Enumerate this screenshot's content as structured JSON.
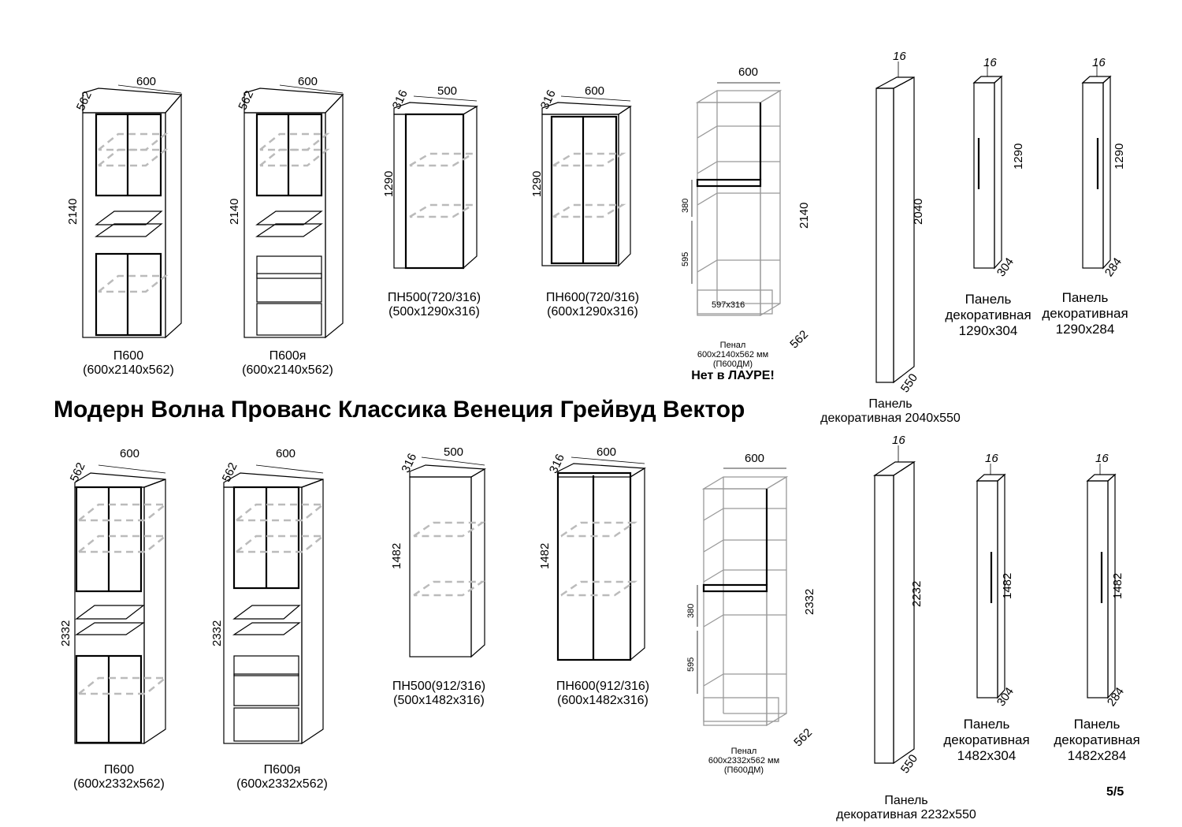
{
  "heading": "Модерн Волна Прованс Классика Венеция Грейвуд Вектор",
  "page_number": "5/5",
  "top_row": {
    "p600": {
      "name": "П600",
      "size": "(600х2140х562)",
      "width": "600",
      "depth": "562",
      "height": "2140"
    },
    "p600ya": {
      "name": "П600я",
      "size": "(600х2140х562)",
      "width": "600",
      "depth": "562",
      "height": "2140"
    },
    "pn500": {
      "name": "ПН500(720/316)",
      "size": "(500х1290х316)",
      "width": "500",
      "depth": "316",
      "height": "1290"
    },
    "pn600": {
      "name": "ПН600(720/316)",
      "size": "(600х1290х316)",
      "width": "600",
      "depth": "316",
      "height": "1290"
    },
    "penal": {
      "line1": "Пенал",
      "line2": "600х2140х562 мм",
      "line3": "(П600ДМ)",
      "warning": "Нет в ЛАУРЕ!",
      "width": "600",
      "height": "2140",
      "depth": "562",
      "niche1": "380",
      "niche2": "595",
      "inner": "597х316"
    },
    "panel_2040": {
      "line1": "Панель",
      "line2": "декоративная 2040х550",
      "thickness": "16",
      "height": "2040",
      "depth": "550"
    },
    "panel_1290_304": {
      "line1": "Панель",
      "line2": "декоративная",
      "line3": "1290х304",
      "thickness": "16",
      "height": "1290",
      "depth": "304"
    },
    "panel_1290_284": {
      "line1": "Панель",
      "line2": "декоративная",
      "line3": "1290х284",
      "thickness": "16",
      "height": "1290",
      "depth": "284"
    }
  },
  "bottom_row": {
    "p600": {
      "name": "П600",
      "size": "(600х2332х562)",
      "width": "600",
      "depth": "562",
      "height": "2332"
    },
    "p600ya": {
      "name": "П600я",
      "size": "(600х2332х562)",
      "width": "600",
      "depth": "562",
      "height": "2332"
    },
    "pn500": {
      "name": "ПН500(912/316)",
      "size": "(500х1482х316)",
      "width": "500",
      "depth": "316",
      "height": "1482"
    },
    "pn600": {
      "name": "ПН600(912/316)",
      "size": "(600х1482х316)",
      "width": "600",
      "depth": "316",
      "height": "1482"
    },
    "penal": {
      "line1": "Пенал",
      "line2": "600х2332х562 мм",
      "line3": "(П600ДМ)",
      "width": "600",
      "height": "2332",
      "depth": "562",
      "niche1": "380",
      "niche2": "595"
    },
    "panel_2232": {
      "line1": "Панель",
      "line2": "декоративная 2232х550",
      "thickness": "16",
      "height": "2232",
      "depth": "550"
    },
    "panel_1482_304": {
      "line1": "Панель",
      "line2": "декоративная",
      "line3": "1482х304",
      "thickness": "16",
      "height": "1482",
      "depth": "304"
    },
    "panel_1482_284": {
      "line1": "Панель",
      "line2": "декоративная",
      "line3": "1482х284",
      "thickness": "16",
      "height": "1482",
      "depth": "284"
    }
  }
}
